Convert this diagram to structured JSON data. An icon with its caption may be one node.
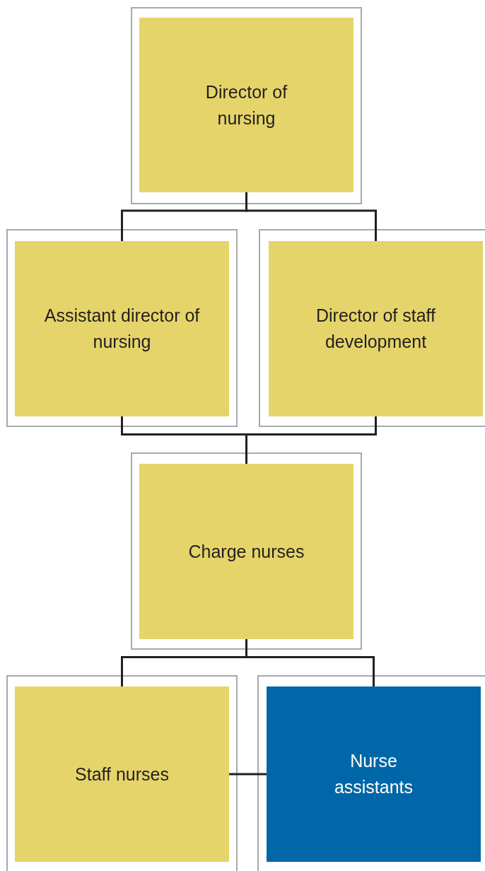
{
  "diagram": {
    "nodes": [
      {
        "text": [
          "Director of nursing"
        ]
      },
      {
        "text": [
          "Assistant director of nursing"
        ]
      },
      {
        "text": [
          "Director of staff development"
        ]
      },
      {
        "text": [
          "Charge nurses"
        ]
      },
      {
        "text": [
          "Staff nurses"
        ]
      },
      {
        "text": [
          "Nurse assistants"
        ]
      }
    ],
    "edges": [
      {
        "from": 0,
        "to": 1,
        "arrow": "none"
      },
      {
        "from": 0,
        "to": 2,
        "arrow": "none"
      },
      {
        "from": 1,
        "to": 3,
        "arrow": "none"
      },
      {
        "from": 2,
        "to": 3,
        "arrow": "none"
      },
      {
        "from": 3,
        "to": 4,
        "arrow": "none"
      },
      {
        "from": 3,
        "to": 5,
        "arrow": "none"
      },
      {
        "from": 4,
        "to": 5,
        "arrow": "none"
      }
    ]
  }
}
